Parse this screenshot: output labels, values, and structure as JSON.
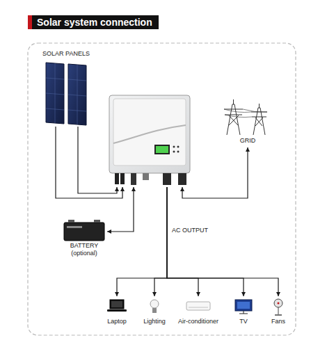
{
  "diagram": {
    "title": "Solar system connection",
    "nodes": [
      {
        "text": [
          "SOLAR PANELS"
        ]
      },
      {
        "text": []
      },
      {
        "text": [
          "GRID"
        ]
      },
      {
        "text": [
          "BATTERY (optional)"
        ]
      },
      {
        "text": [
          "Laptop"
        ]
      },
      {
        "text": [
          "Lighting"
        ]
      },
      {
        "text": [
          "Air-conditioner"
        ]
      },
      {
        "text": [
          "TV"
        ]
      },
      {
        "text": [
          "Fans"
        ]
      }
    ],
    "edges": [
      {
        "from": 0,
        "to": 1,
        "arrow": "to"
      },
      {
        "from": 0,
        "to": 1,
        "arrow": "to"
      },
      {
        "from": 1,
        "to": 2,
        "arrow": "both"
      },
      {
        "from": 1,
        "to": 3,
        "arrow": "both"
      },
      {
        "from": 1,
        "to": 4,
        "arrow": "to"
      },
      {
        "from": 1,
        "to": 5,
        "arrow": "to"
      },
      {
        "from": 1,
        "to": 6,
        "arrow": "to",
        "label": "AC OUTPUT"
      },
      {
        "from": 1,
        "to": 7,
        "arrow": "to"
      },
      {
        "from": 1,
        "to": 8,
        "arrow": "to"
      }
    ]
  }
}
